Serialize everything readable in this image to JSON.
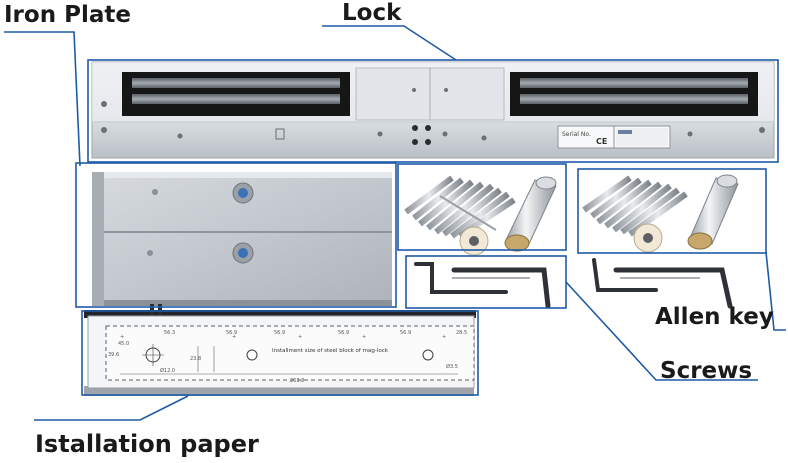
{
  "labels": {
    "iron_plate": "Iron Plate",
    "lock": "Lock",
    "allen_key": "Allen key",
    "screws": "Screws",
    "installation_paper": "Istallation paper"
  },
  "lock_plate": {
    "serial_text": "Serial No.",
    "ce_mark": "CE"
  },
  "paper": {
    "caption": "Installment size of steel block of mag-lock",
    "dimensions": [
      "56.3",
      "56.9",
      "56.9",
      "56.9",
      "56.9",
      "28.5",
      "39.6",
      "45.0",
      "23.8",
      "263.8",
      "Ø12.0",
      "Ø3.5"
    ]
  },
  "colors": {
    "callout_line": "#1e5aa8",
    "label_text": "#1a1a1a",
    "metal_light": "#e4e7ea",
    "metal_dark": "#9aa1a8",
    "magnet_black": "#1b1b1b"
  }
}
